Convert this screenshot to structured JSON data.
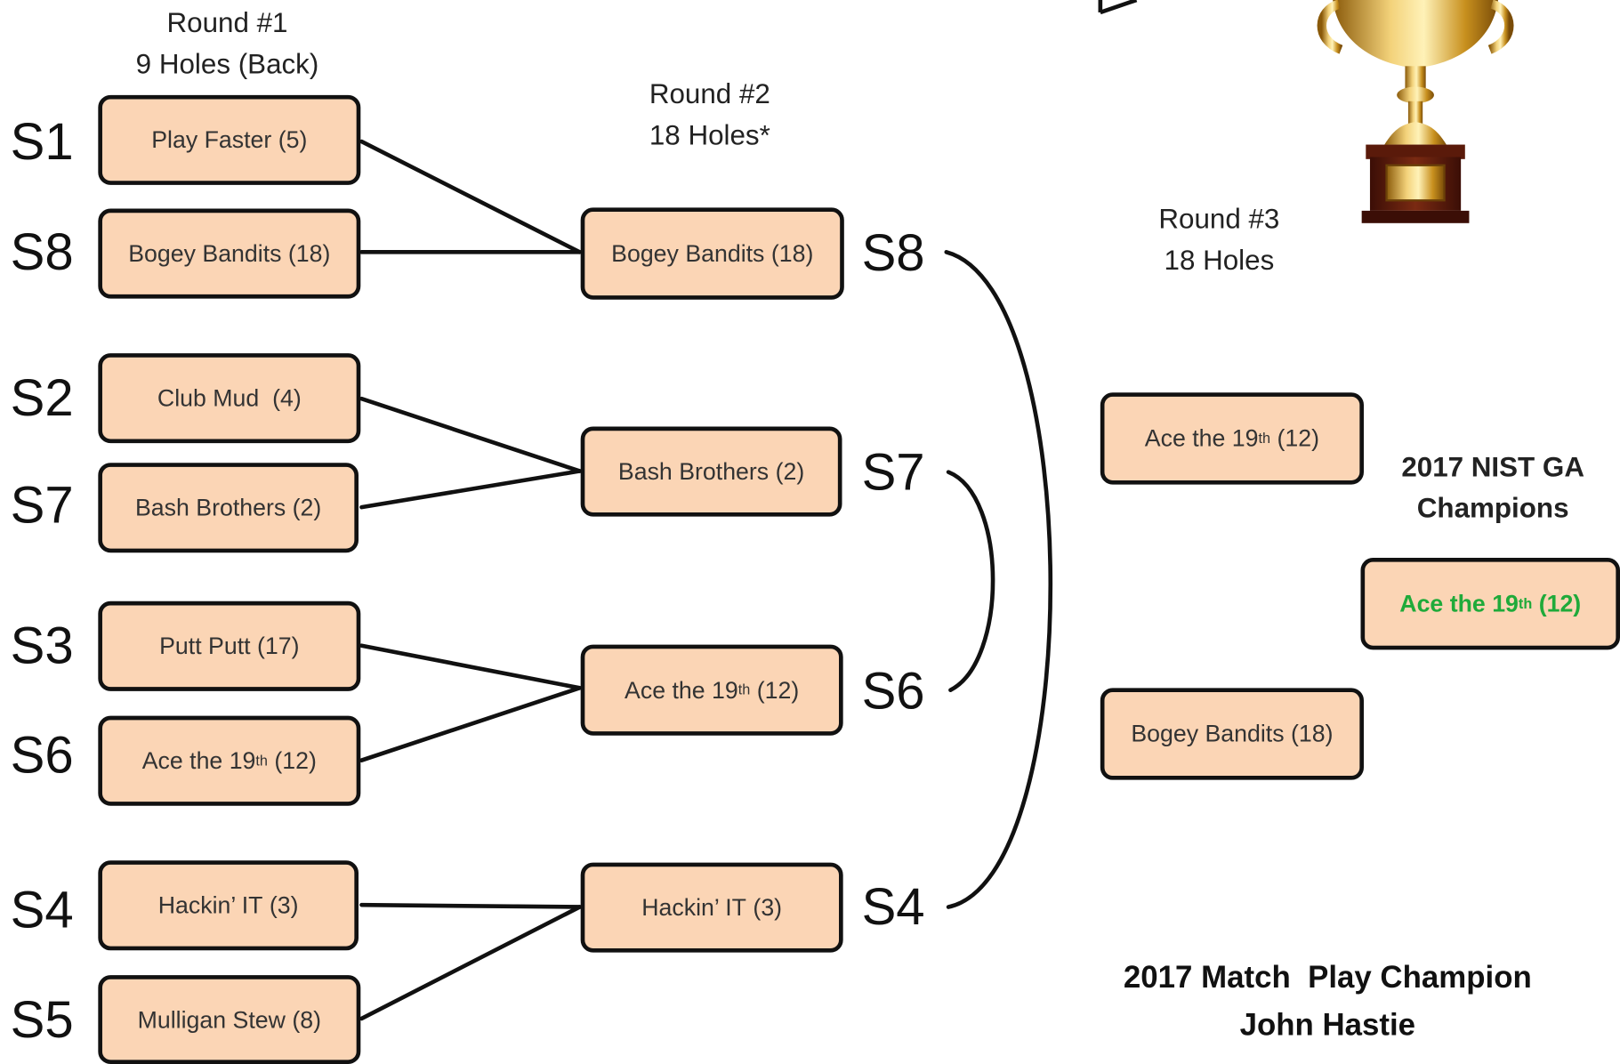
{
  "rounds": {
    "r1": {
      "title": "Round #1",
      "subtitle": "9 Holes (Back)"
    },
    "r2": {
      "title": "Round #2",
      "subtitle": "18 Holes*"
    },
    "r3": {
      "title": "Round #3",
      "subtitle": "18 Holes"
    }
  },
  "round1": [
    {
      "seed": "S1",
      "team": "Play Faster",
      "score": "(5)"
    },
    {
      "seed": "S8",
      "team": "Bogey Bandits",
      "score": "(18)"
    },
    {
      "seed": "S2",
      "team": "Club Mud",
      "score": "(4)"
    },
    {
      "seed": "S7",
      "team": "Bash Brothers",
      "score": "(2)"
    },
    {
      "seed": "S3",
      "team": "Putt Putt",
      "score": "(17)"
    },
    {
      "seed": "S6",
      "team": "Ace the 19",
      "sup": "th",
      "score": "(12)"
    },
    {
      "seed": "S4",
      "team": "Hackin’ IT",
      "score": "(3)"
    },
    {
      "seed": "S5",
      "team": "Mulligan Stew",
      "score": "(8)"
    }
  ],
  "round2": [
    {
      "seed": "S8",
      "team": "Bogey Bandits",
      "score": "(18)"
    },
    {
      "seed": "S7",
      "team": "Bash Brothers",
      "score": "(2)"
    },
    {
      "seed": "S6",
      "team": "Ace the 19",
      "sup": "th",
      "score": "(12)"
    },
    {
      "seed": "S4",
      "team": "Hackin’ IT",
      "score": "(3)"
    }
  ],
  "round3": [
    {
      "team": "Ace the 19",
      "sup": "th",
      "score": "(12)"
    },
    {
      "team": "Bogey Bandits",
      "score": "(18)"
    }
  ],
  "champions": {
    "title_line1": "2017 NIST GA",
    "title_line2": "Champions",
    "team": "Ace the 19",
    "sup": "th",
    "score": "(12)",
    "winner_color": "#1faa3a"
  },
  "match_play": {
    "line1": "2017 Match  Play Champion",
    "line2": "John Hastie"
  },
  "colors": {
    "box_fill": "#fbd5b5",
    "box_border": "#111111",
    "connector": "#111111"
  }
}
